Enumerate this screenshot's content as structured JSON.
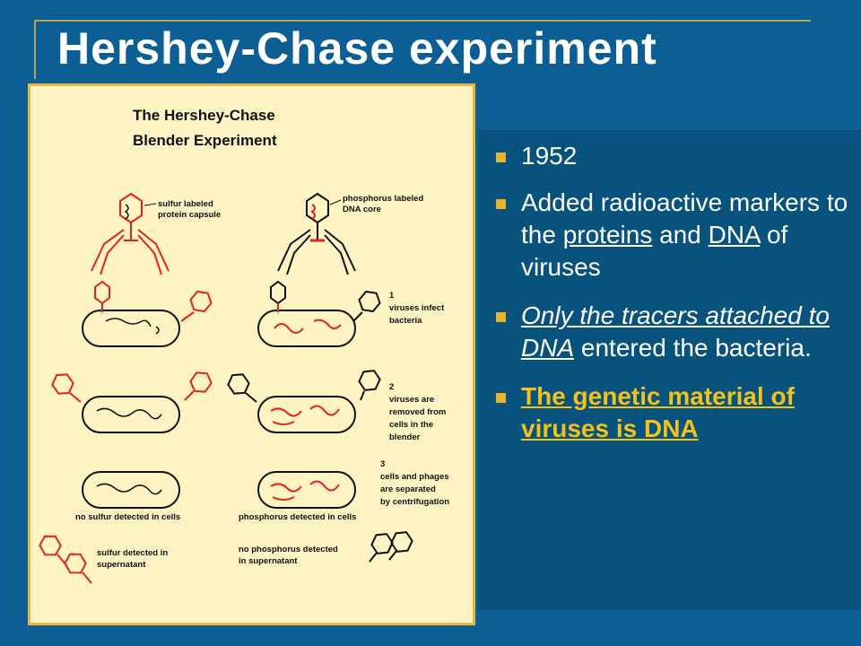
{
  "title": "Hershey-Chase experiment",
  "figure": {
    "title_line1": "The Hershey-Chase",
    "title_line2": "Blender Experiment",
    "labels": {
      "sulfur_l1": "sulfur labeled",
      "sulfur_l2": "protein capsule",
      "phos_l1": "phosphorus labeled",
      "phos_l2": "DNA core",
      "s1_num": "1",
      "s1_l1": "viruses infect",
      "s1_l2": "bacteria",
      "s2_num": "2",
      "s2_l1": "viruses are",
      "s2_l2": "removed from",
      "s2_l3": "cells in the",
      "s2_l4": "blender",
      "s3_num": "3",
      "s3_l1": "cells and phages",
      "s3_l2": "are separated",
      "s3_l3": "by centrifugation",
      "no_sulfur": "no sulfur detected in cells",
      "phos_detected": "phosphorus detected in cells",
      "sulfur_super_l1": "sulfur detected in",
      "sulfur_super_l2": "supernatant",
      "no_phos_l1": "no phosphorus detected",
      "no_phos_l2": "in supernatant"
    }
  },
  "bullets": {
    "b1": "1952",
    "b2_pre": "Added radioactive markers to the ",
    "b2_proteins": "proteins",
    "b2_and": " and ",
    "b2_dna": "DNA",
    "b2_post": " of viruses",
    "b3_italic": "Only the tracers attached to DNA",
    "b3_post": " entered the bacteria.",
    "b4": "The genetic material of viruses is DNA"
  },
  "colors": {
    "background": "#0c5f94",
    "panel": "#08527e",
    "accent_gold": "#f2c21b",
    "figure_bg": "#fdf3c3",
    "label_red": "#e0241b"
  }
}
